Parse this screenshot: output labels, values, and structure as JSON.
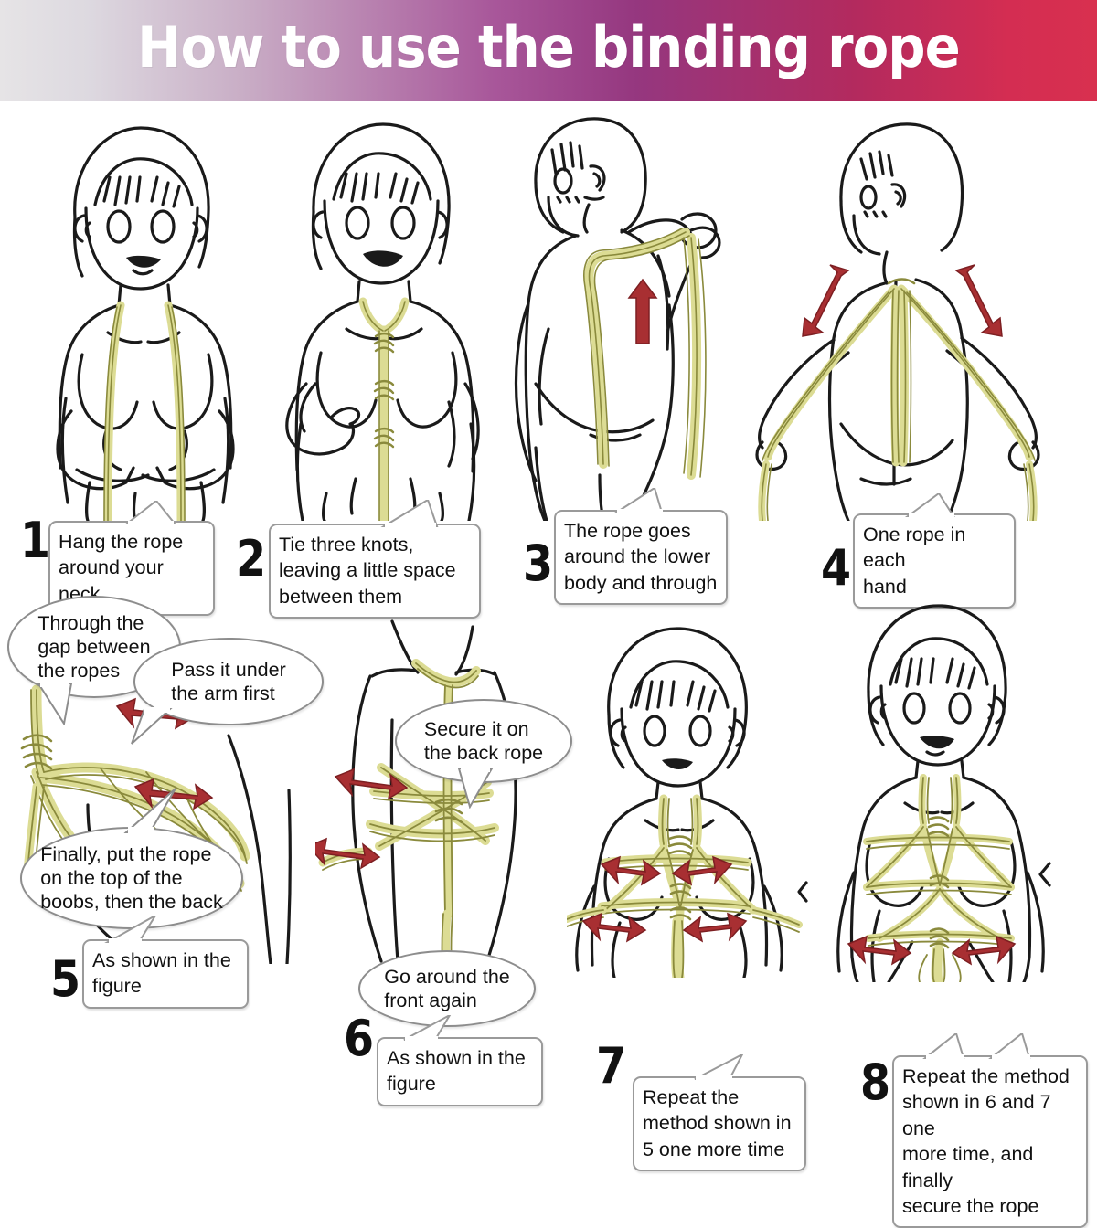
{
  "header": {
    "title": "How to use the binding rope",
    "gradient_from": "#e6e4e6",
    "gradient_mid": "#95377f",
    "gradient_to": "#d8304f"
  },
  "palette": {
    "rope_fill": "#dcdc94",
    "rope_stroke": "#8a8a3c",
    "outline": "#1a1a1a",
    "arrow": "#a82f32",
    "bubble_border": "#9a9a9a",
    "background": "#ffffff"
  },
  "steps": [
    {
      "number": "1",
      "caption": "Hang the rope\naround your neck",
      "notes": []
    },
    {
      "number": "2",
      "caption": "Tie three knots,\nleaving a little space\nbetween them",
      "notes": []
    },
    {
      "number": "3",
      "caption": "The rope goes\naround the lower\nbody and through",
      "notes": []
    },
    {
      "number": "4",
      "caption": "One rope in each\nhand",
      "notes": []
    },
    {
      "number": "5",
      "caption": "As shown in the\nfigure",
      "notes": [
        "Through the\ngap between\nthe ropes",
        "Pass it under\nthe arm first",
        "Finally, put the rope\non the top of the\nboobs, then the back"
      ]
    },
    {
      "number": "6",
      "caption": "As shown in the\nfigure",
      "notes": [
        "Secure it on\nthe back rope",
        "Go around the\nfront again"
      ]
    },
    {
      "number": "7",
      "caption": "Repeat the\nmethod shown in\n5 one more time",
      "notes": []
    },
    {
      "number": "8",
      "caption": "Repeat the method\nshown in 6 and 7 one\nmore time, and finally\nsecure the rope",
      "notes": []
    }
  ]
}
